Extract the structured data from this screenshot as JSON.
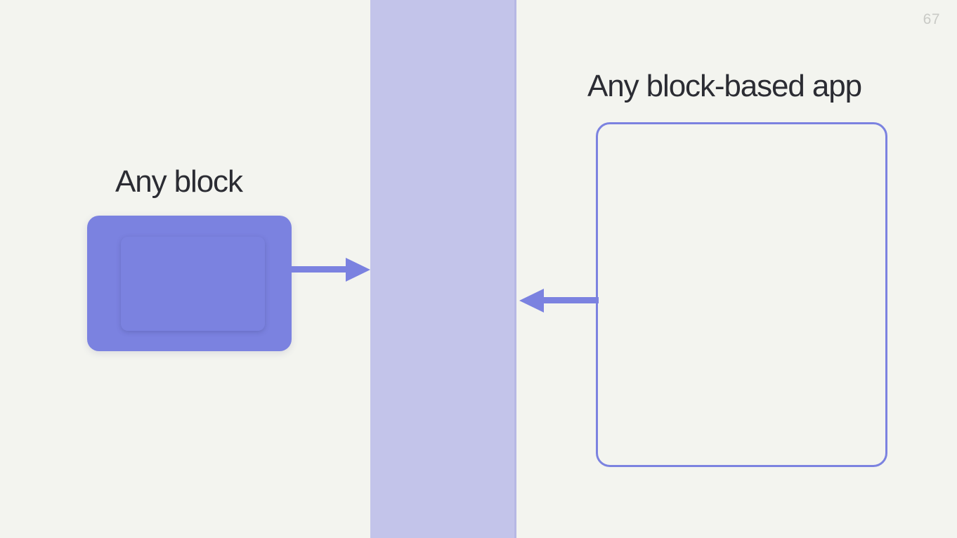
{
  "slide": {
    "page_number": "67",
    "background_color": "#f3f4ef",
    "accent_color": "#7b82e0",
    "band_color": "#c3c4ea",
    "heading_color": "#2b2c33",
    "page_number_color": "#c9cac6"
  },
  "left": {
    "heading": "Any block",
    "block_label": "",
    "shape_name": "rounded-purple-block"
  },
  "center": {
    "band_name": "vertical-divider-band"
  },
  "right": {
    "heading": "Any block-based app",
    "box_label": ""
  },
  "arrows": {
    "right_arrow": {
      "name": "arrow-block-to-band",
      "direction": "right",
      "color": "#7b82e0"
    },
    "left_arrow": {
      "name": "arrow-app-to-band",
      "direction": "left",
      "color": "#7b82e0"
    }
  }
}
